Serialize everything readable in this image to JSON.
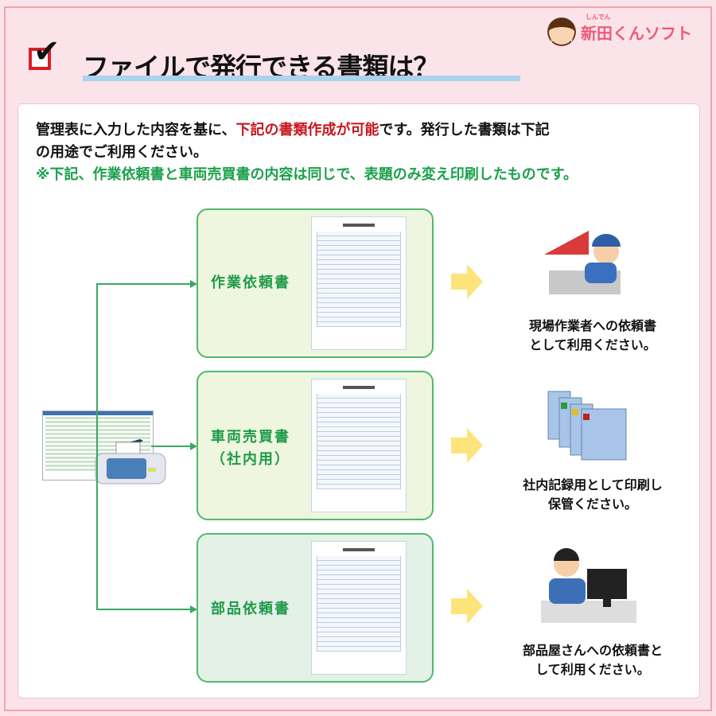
{
  "logo": {
    "text": "新田くんソフト",
    "ruby": "しんでん"
  },
  "header": {
    "title": "ファイルで発行できる書類は？"
  },
  "intro": {
    "line1_a": "管理表に入力した内容を基に、",
    "line1_red": "下記の書類作成が可能",
    "line1_b": "です。発行した書類は下記",
    "line2": "の用途でご利用ください。",
    "note": "※下記、作業依頼書と車両売買書の内容は同じで、表題のみ変え印刷したものです。"
  },
  "documents": [
    {
      "label": "作業依頼書",
      "caption1": "現場作業者への依頼書",
      "caption2": "として利用ください。"
    },
    {
      "label": "車両売買書",
      "label2": "（社内用）",
      "caption1": "社内記録用として印刷し",
      "caption2": "保管ください。"
    },
    {
      "label": "部品依頼書",
      "caption1": "部品屋さんへの依頼書と",
      "caption2": "して利用ください。"
    }
  ],
  "colors": {
    "accent_green": "#1e9a49",
    "accent_red": "#c8161d",
    "arrow_yellow": "#fde47a"
  }
}
